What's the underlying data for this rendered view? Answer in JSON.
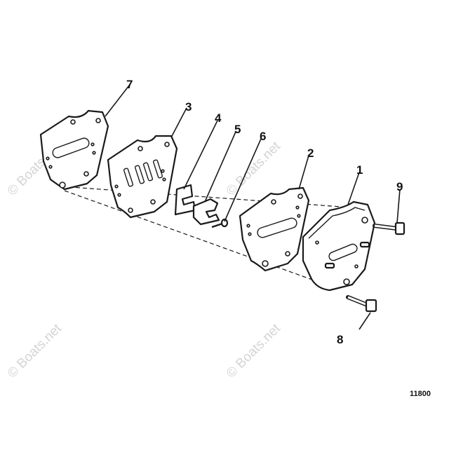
{
  "diagram": {
    "callouts": {
      "c1": "1",
      "c2": "2",
      "c3": "3",
      "c4": "4",
      "c5": "5",
      "c6": "6",
      "c7": "7",
      "c8": "8",
      "c9": "9"
    },
    "drawing_number": "11800"
  },
  "watermark": {
    "text": "© Boats.net"
  }
}
